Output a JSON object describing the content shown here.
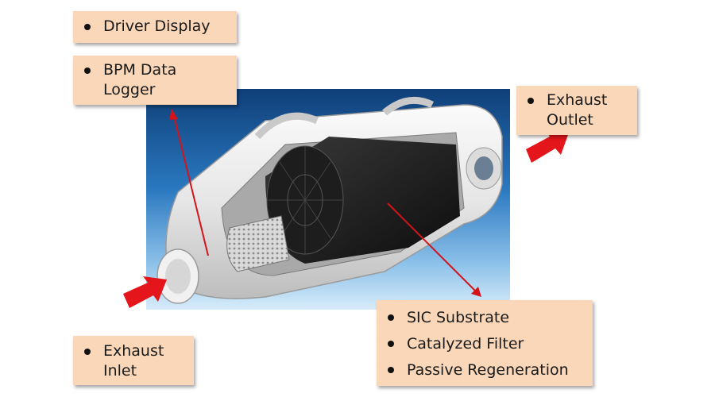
{
  "labels": {
    "driver_display": "Driver Display",
    "bpm_data_logger": "BPM Data\nLogger",
    "exhaust_outlet": "Exhaust\nOutlet",
    "exhaust_inlet": "Exhaust\nInlet",
    "features": [
      "SIC Substrate",
      "Catalyzed Filter",
      "Passive Regeneration"
    ]
  },
  "colors": {
    "box_fill": "#f9d7b8",
    "arrow_red": "#e4161b",
    "pointer_red": "#d4141a",
    "background_blue": "#1a5d9e"
  },
  "icons": [
    "bullet-dot-icon",
    "flow-arrow-icon"
  ]
}
